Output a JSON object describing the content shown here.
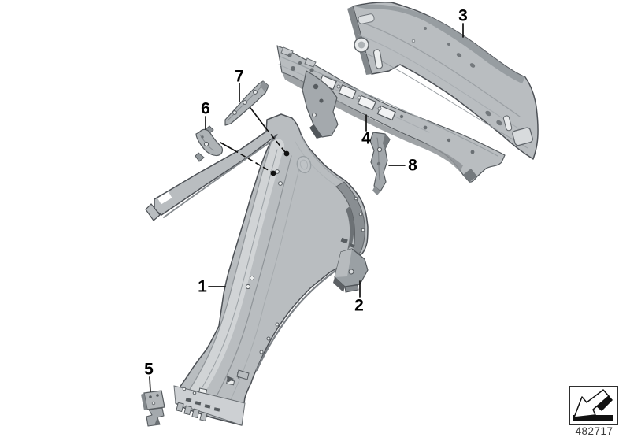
{
  "diagram": {
    "callouts": [
      {
        "label": "1"
      },
      {
        "label": "2"
      },
      {
        "label": "3"
      },
      {
        "label": "4"
      },
      {
        "label": "5"
      },
      {
        "label": "6"
      },
      {
        "label": "7"
      },
      {
        "label": "8"
      }
    ],
    "footer": {
      "drawing_number": "482717",
      "icon": "direction-arrow-icon"
    },
    "colors": {
      "background": "#ffffff",
      "outline": "#4d5156",
      "panel_light": "#d3d6d8",
      "panel_mid": "#b9bdc0",
      "panel_shade": "#a2a7ab",
      "panel_dark": "#898e92",
      "detail_dark": "#6a6f73",
      "callout": "#000000",
      "leader": "#111111",
      "stamp_border": "#2e2e2e",
      "number_text": "#3a3a3a"
    }
  }
}
